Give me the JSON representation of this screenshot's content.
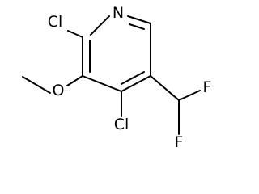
{
  "molecule": {
    "atoms": {
      "n1": "N",
      "cl_top": "Cl",
      "o1": "O",
      "cl_bottom": "Cl",
      "f_top": "F",
      "f_bottom": "F"
    }
  }
}
